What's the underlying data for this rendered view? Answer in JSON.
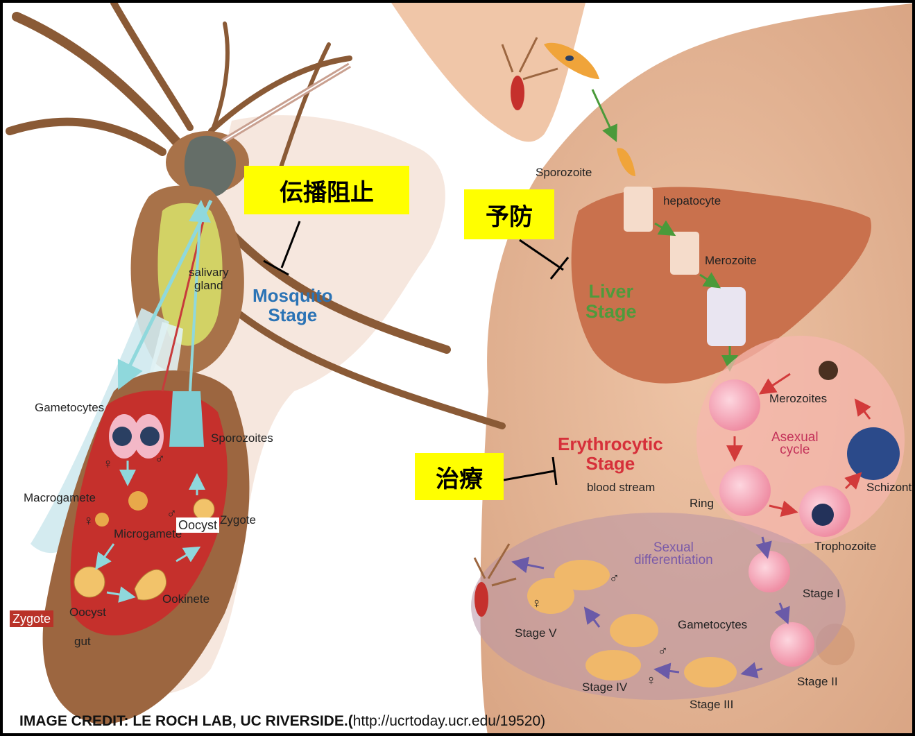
{
  "annotations": {
    "transmission_block": "伝播阻止",
    "prevention": "予防",
    "treatment": "治療"
  },
  "stages": {
    "mosquito": "Mosquito\nStage",
    "liver": "Liver\nStage",
    "erythrocytic": "Erythrocytic\nStage"
  },
  "mosquito_labels": {
    "salivary_gland": "salivary\ngland",
    "gametocytes": "Gametocytes",
    "sporozoites": "Sporozoites",
    "macrogamete": "Macrogamete",
    "microgamete": "Microgamete",
    "zygote": "Zygote",
    "oocyst_overlay": "Oocyst",
    "oocyst": "Oocyst",
    "ookinete": "Ookinete",
    "zygote_overlay": "Zygote",
    "gut": "gut"
  },
  "human_labels": {
    "sporozoite": "Sporozoite",
    "hepatocyte": "hepatocyte",
    "merozoite": "Merozoite",
    "merozoites": "Merozoites",
    "asexual_cycle": "Asexual\ncycle",
    "schizont": "Schizont",
    "ring": "Ring",
    "trophozoite": "Trophozoite",
    "blood_stream": "blood stream",
    "sexual_differentiation": "Sexual\ndifferentiation",
    "stage_1": "Stage I",
    "stage_2": "Stage II",
    "stage_3": "Stage III",
    "stage_4": "Stage IV",
    "stage_5": "Stage V",
    "gametocytes": "Gametocytes"
  },
  "symbols": {
    "female": "♀",
    "male": "♂"
  },
  "credit": {
    "bold": "IMAGE CREDIT: LE ROCH LAB, UC RIVERSIDE.(",
    "url": "http://ucrtoday.ucr.edu/19520)"
  },
  "colors": {
    "annotation_bg": "#ffff00",
    "mosquito_stage": "#2b73b5",
    "liver_stage": "#4f9a3c",
    "erythrocytic_stage": "#d6303a",
    "asexual_cycle": "#c4325a",
    "sexual_differentiation": "#7a5aa8",
    "zygote_overlay_bg": "#b93228"
  }
}
